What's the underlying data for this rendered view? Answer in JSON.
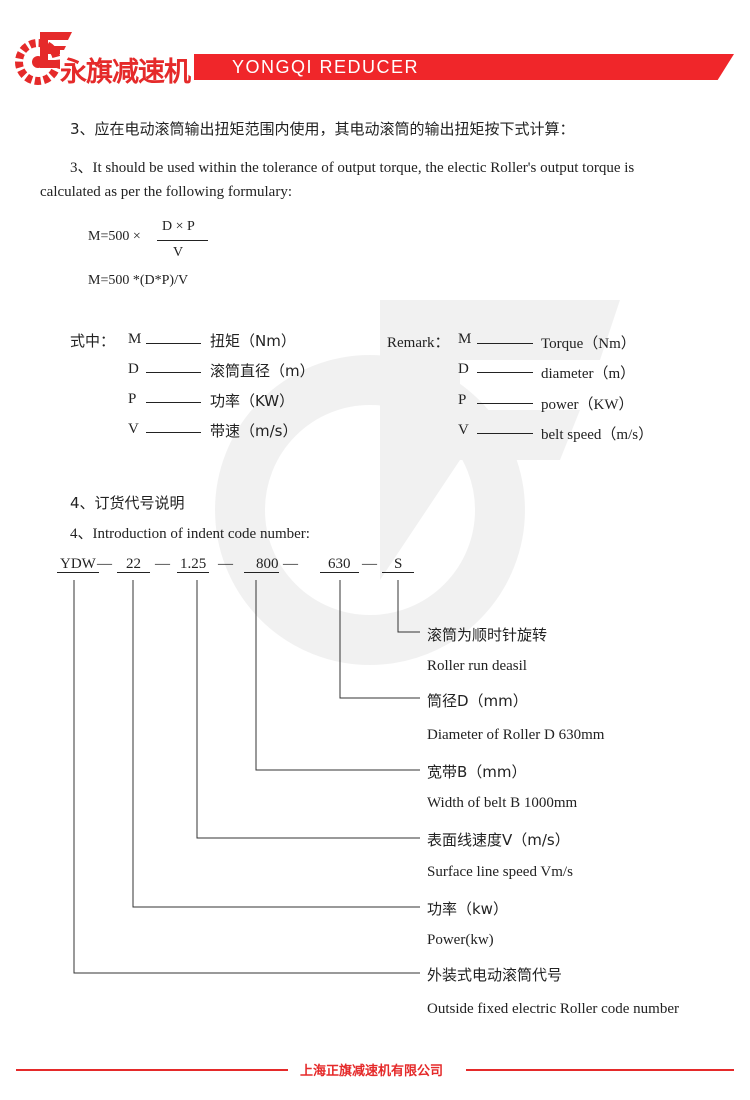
{
  "header": {
    "brand_cn": "永旗减速机",
    "brand_en": "YONGQI  REDUCER",
    "accent": "#f0262a"
  },
  "section3": {
    "title_cn": "3、应在电动滚筒输出扭矩范围内使用，其电动滚筒的输出扭矩按下式计算：",
    "title_en_1": "3、It should be used within the tolerance of output torque, the electic Roller's output torque is",
    "title_en_2": "calculated as per the following formulary:",
    "formula_lhs": "M=500 ×",
    "formula_num": "D × P",
    "formula_den": "V",
    "formula_inline": "M=500 *(D*P)/V"
  },
  "legend": {
    "cn_prefix": "式中：",
    "en_prefix": "Remark：",
    "items": [
      {
        "sym": "M",
        "cn": "扭矩（Nm）",
        "en": "Torque（Nm）"
      },
      {
        "sym": "D",
        "cn": "滚筒直径（m）",
        "en": "diameter（m）"
      },
      {
        "sym": "P",
        "cn": "功率（KW）",
        "en": "power（KW）"
      },
      {
        "sym": "V",
        "cn": "带速（m/s）",
        "en": "belt speed（m/s）"
      }
    ]
  },
  "section4": {
    "title_cn": "4、订货代号说明",
    "title_en": "4、Introduction of indent code number:",
    "code": [
      "YDW",
      "22",
      "1.25",
      "800",
      "630",
      "S"
    ],
    "separator": "—",
    "descriptions": [
      {
        "cn": "滚筒为顺时针旋转",
        "en": "Roller run deasil"
      },
      {
        "cn": "筒径D（mm）",
        "en": "Diameter of Roller D 630mm"
      },
      {
        "cn": "宽带B（mm）",
        "en": "Width of belt B 1000mm"
      },
      {
        "cn": "表面线速度V（m/s）",
        "en": "Surface line speed Vm/s"
      },
      {
        "cn": "功率（kw）",
        "en": "Power(kw)"
      },
      {
        "cn": "外装式电动滚筒代号",
        "en": "Outside fixed electric Roller code number"
      }
    ]
  },
  "footer": {
    "company": "上海正旗减速机有限公司"
  }
}
